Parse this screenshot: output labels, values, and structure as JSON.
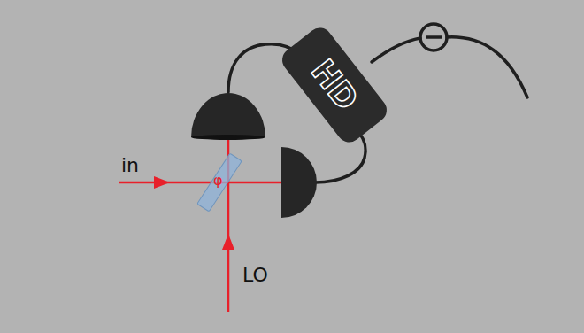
{
  "diagram": {
    "nodes": [
      {
        "text": [
          "HD"
        ]
      }
    ],
    "labels": [
      "in",
      "LO",
      "φ"
    ]
  }
}
